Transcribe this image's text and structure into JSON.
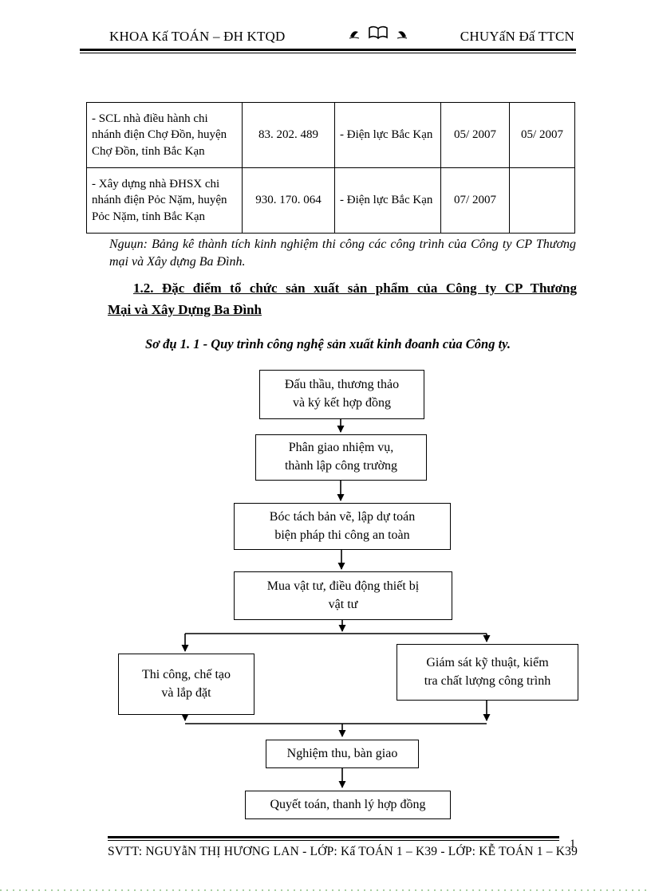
{
  "header": {
    "left": "KHOA Kấ TOÁN – ĐH KTQD",
    "right": "CHUYấN Đấ TTCN",
    "ornament_icons": [
      "pen-flourish-icon",
      "open-book-icon",
      "pen-flourish-icon"
    ]
  },
  "table": {
    "rows": [
      {
        "description": "- SCL nhà điều hành chi nhánh điện Chợ Đồn, huyện Chợ Đồn, tỉnh Bắc Kạn",
        "amount": "83. 202. 489",
        "investor": "- Điện lực Bắc Kạn",
        "start_date": "05/ 2007",
        "finish_date": "05/ 2007"
      },
      {
        "description": "- Xây dựng nhà ĐHSX chi nhánh  điện Pỏc Nặm, huyện  Pỏc Nặm, tỉnh Bắc Kạn",
        "amount": "930. 170. 064",
        "investor": "- Điện lực Bắc Kạn",
        "start_date": "07/ 2007",
        "finish_date": ""
      }
    ]
  },
  "source_note": "Nguụn: Bảng kê thành tích kinh nghiệm thi công các công trình của Công ty CP Thương mại và Xây dựng  Ba Đình.",
  "section_heading": {
    "line1": "1.2. Đặc điểm tổ chức sản xuất sản phẩm  của Công ty CP Thương",
    "line2": "Mại và Xây Dựng Ba Đình"
  },
  "diagram": {
    "title": "Sơ đụ 1. 1 - Quy trình công nghệ sản xuất kinh đoanh của Công ty.",
    "boxes": [
      {
        "lines": [
          "Đấu thầu, thương thảo",
          "và ký kết hợp đồng"
        ]
      },
      {
        "lines": [
          "Phân giao nhiệm vụ,",
          "thành lập công trường"
        ]
      },
      {
        "lines": [
          "Bóc tách bản vẽ, lập  dự toán",
          "biện pháp thi công an toàn"
        ]
      },
      {
        "lines": [
          "Mua vật tư, điều động thiết  bị",
          "vật tư"
        ]
      },
      {
        "lines": [
          "Thi công, chế tạo",
          "và lắp đặt"
        ]
      },
      {
        "lines": [
          "Giám sát kỹ thuật, kiểm",
          "tra chất lượng công trình"
        ]
      },
      {
        "lines": [
          "Nghiệm  thu, bàn giao"
        ]
      },
      {
        "lines": [
          "Quyết toán, thanh lý hợp đồng"
        ]
      }
    ]
  },
  "footer": {
    "text": "SVTT:  NGUYẫN  THỊ HƯƠNG LAN - LỚP:  Kấ TOÁN 1 – K39 - LỚP:  KỄ TOÁN 1 – K39",
    "page_number": "1"
  }
}
